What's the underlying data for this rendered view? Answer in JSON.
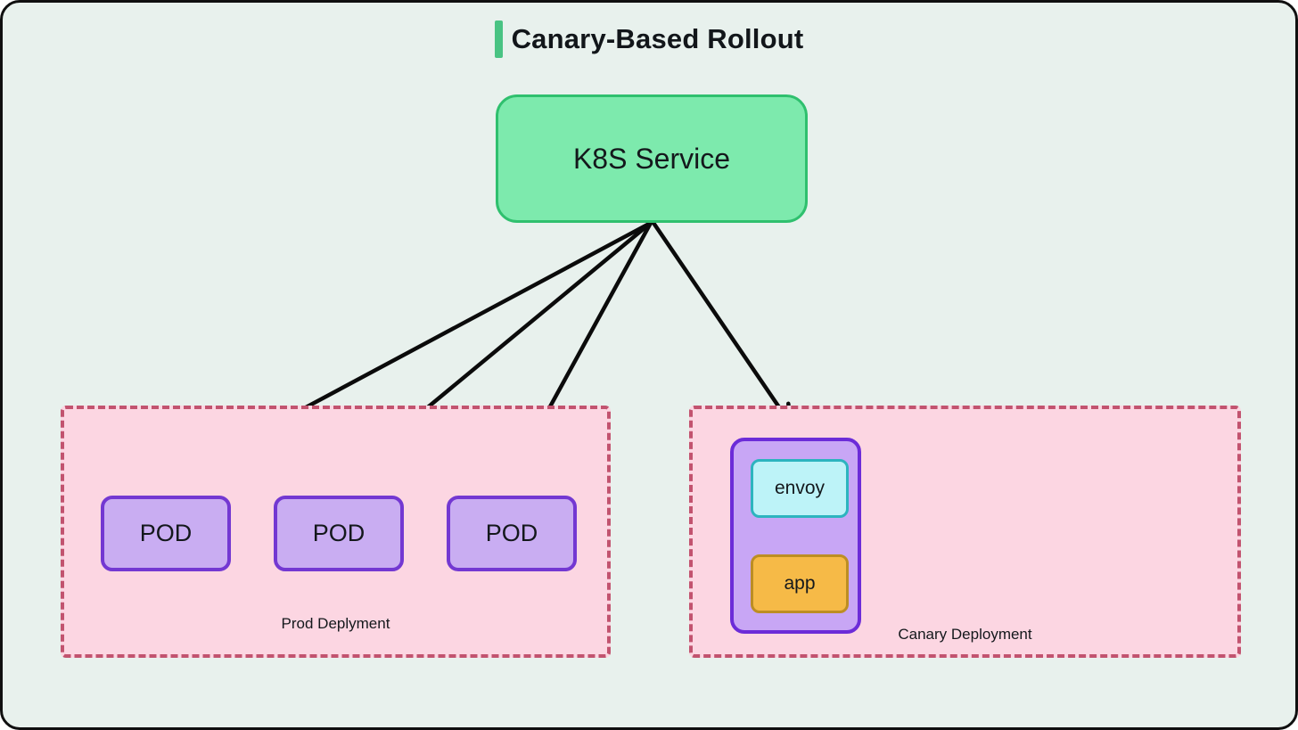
{
  "title": {
    "text": "Canary-Based Rollout"
  },
  "nodes": {
    "k8s_service": {
      "label": "K8S Service"
    },
    "pods": [
      {
        "label": "POD"
      },
      {
        "label": "POD"
      },
      {
        "label": "POD"
      }
    ],
    "canary_pod": {
      "envoy": {
        "label": "envoy"
      },
      "app": {
        "label": "app"
      }
    }
  },
  "groups": {
    "prod": {
      "label": "Prod Deplyment"
    },
    "canary": {
      "label": "Canary Deployment"
    }
  },
  "edges": [
    {
      "from": "k8s-service",
      "to": "pod-1"
    },
    {
      "from": "k8s-service",
      "to": "pod-2"
    },
    {
      "from": "k8s-service",
      "to": "pod-3"
    },
    {
      "from": "k8s-service",
      "to": "canary-pod"
    }
  ],
  "colors": {
    "canvas_bg": "#e8f1ed",
    "canvas_border": "#101010",
    "accent_green": "#49c383",
    "k8s_fill": "#7deaad",
    "k8s_border": "#2fc06e",
    "pod_fill": "#c9adf2",
    "pod_border": "#7338d2",
    "canary_pod_fill": "#c8a6f5",
    "canary_pod_border": "#6c2cd8",
    "envoy_fill": "#bdf3f8",
    "envoy_border": "#2cb4bf",
    "app_fill": "#f6ba47",
    "app_border": "#bd8e23",
    "group_fill": "#fcd6e2",
    "group_border": "#c2536f",
    "arrow_color": "#0b0b0b",
    "title_color": "#12161a"
  }
}
